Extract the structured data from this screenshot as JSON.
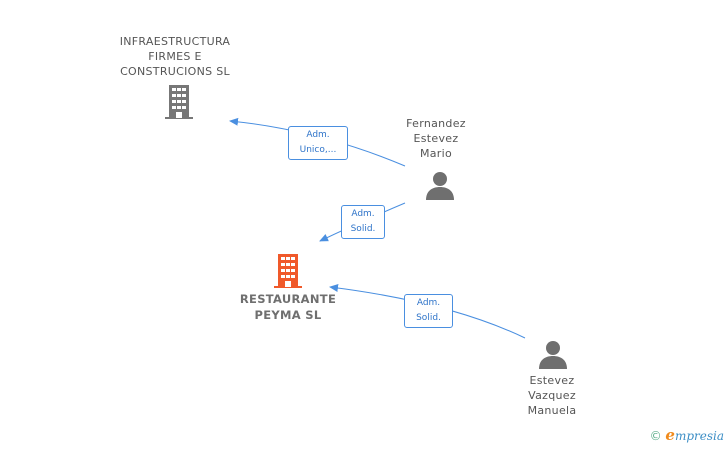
{
  "nodes": {
    "infra": {
      "lines": [
        "INFRAESTRUCTURA",
        "FIRMES E",
        "CONSTRUCIONS SL"
      ],
      "type": "company",
      "color": "#777777"
    },
    "restaurante": {
      "lines": [
        "RESTAURANTE",
        "PEYMA SL"
      ],
      "type": "company",
      "color": "#f0592a"
    },
    "fernandez": {
      "lines": [
        "Fernandez",
        "Estevez",
        "Mario"
      ],
      "type": "person",
      "color": "#6f6f6f"
    },
    "estevez": {
      "lines": [
        "Estevez",
        "Vazquez",
        "Manuela"
      ],
      "type": "person",
      "color": "#6f6f6f"
    }
  },
  "edges": [
    {
      "from": "fernandez",
      "to": "infra",
      "label": [
        "Adm.",
        "Unico,..."
      ]
    },
    {
      "from": "fernandez",
      "to": "restaurante",
      "label": [
        "Adm.",
        "Solid."
      ]
    },
    {
      "from": "estevez",
      "to": "restaurante",
      "label": [
        "Adm.",
        "Solid."
      ]
    }
  ],
  "colors": {
    "edge": "#4a8fe0",
    "edge_text": "#2f74c9"
  },
  "footer": {
    "copyright": "©",
    "e": "e",
    "brand": "mpresia"
  }
}
